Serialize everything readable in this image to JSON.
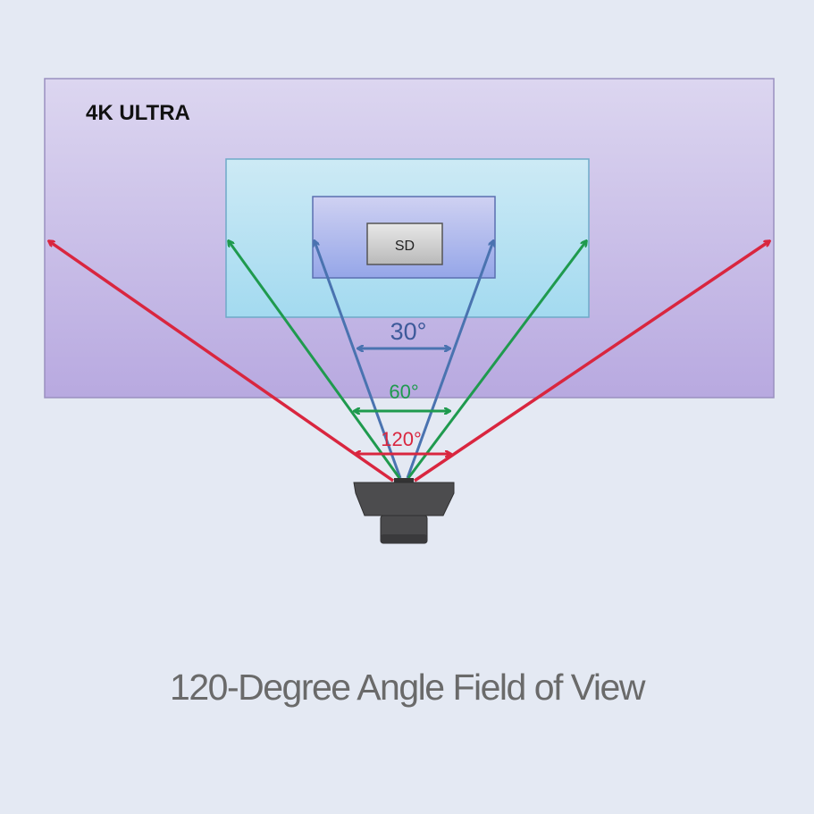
{
  "labels": {
    "outer": "4K ULTRA",
    "inner": "SD",
    "angle_30": "30°",
    "angle_60": "60°",
    "angle_120": "120°"
  },
  "caption": "120-Degree Angle Field of View",
  "colors": {
    "red": "#d9263f",
    "green": "#1f9a4e",
    "blue": "#4a73b0",
    "caption": "#6a6a6a"
  }
}
